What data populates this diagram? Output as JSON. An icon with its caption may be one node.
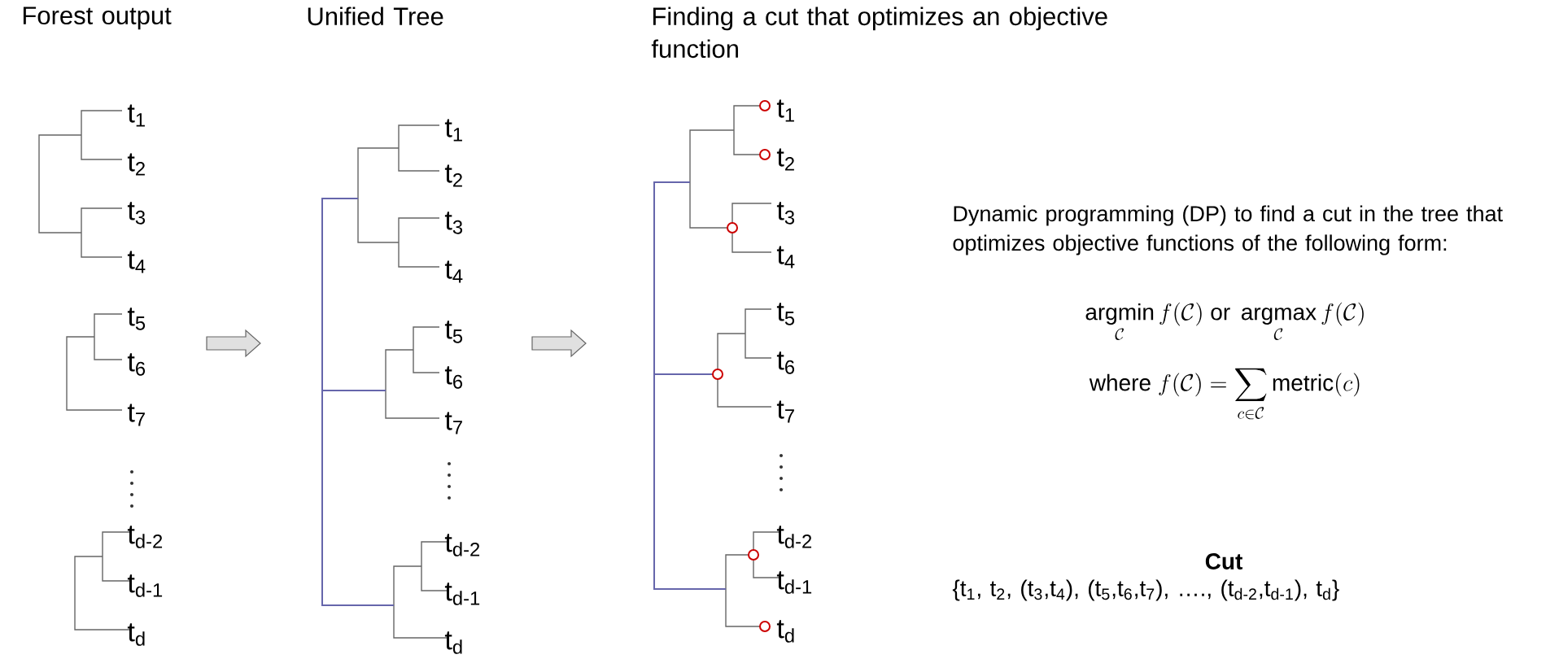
{
  "diagram": {
    "labels": [
      "Forest output",
      "Unified Tree",
      "Finding a cut that optimizes an objective function",
      "t$_{1}$",
      "t$_{2}$",
      "t$_{3}$",
      "t$_{4}$",
      "t$_{5}$",
      "t$_{6}$",
      "t$_{7}$",
      "t$_{d-2}$",
      "t$_{d-1}$",
      "t$_{d}$",
      "t$_{1}$",
      "t$_{2}$",
      "t$_{3}$",
      "t$_{4}$",
      "t$_{5}$",
      "t$_{6}$",
      "t$_{7}$",
      "t$_{d-2}$",
      "t$_{d-1}$",
      "t$_{d}$",
      "t$_{1}$",
      "t$_{2}$",
      "t$_{3}$",
      "t$_{4}$",
      "t$_{5}$",
      "t$_{6}$",
      "t$_{7}$",
      "t$_{d-2}$",
      "t$_{d-1}$",
      "t$_{d}$",
      "Dynamic programming (DP) to find a cut in the tree that optimizes objective functions of the following form:",
      "\\operatorname*{argmin}_{\\mathcal{C}} f(\\mathcal{C}) \\text{ or } \\operatorname*{argmax}_{\\mathcal{C}} f(\\mathcal{C})",
      "\\text{where } f(\\mathcal{C}) = \\sum_{c \\in \\mathcal{C}} \\mathrm{metric}(c)",
      "Cut",
      "{t$_{1}$, t$_{2}$, (t$_{3}$,t$_{4}$), (t$_{5}$,t$_{6}$,t$_{7}$), …., (t$_{d-2}$,t$_{d-1}$), t$_{d}$}"
    ]
  }
}
